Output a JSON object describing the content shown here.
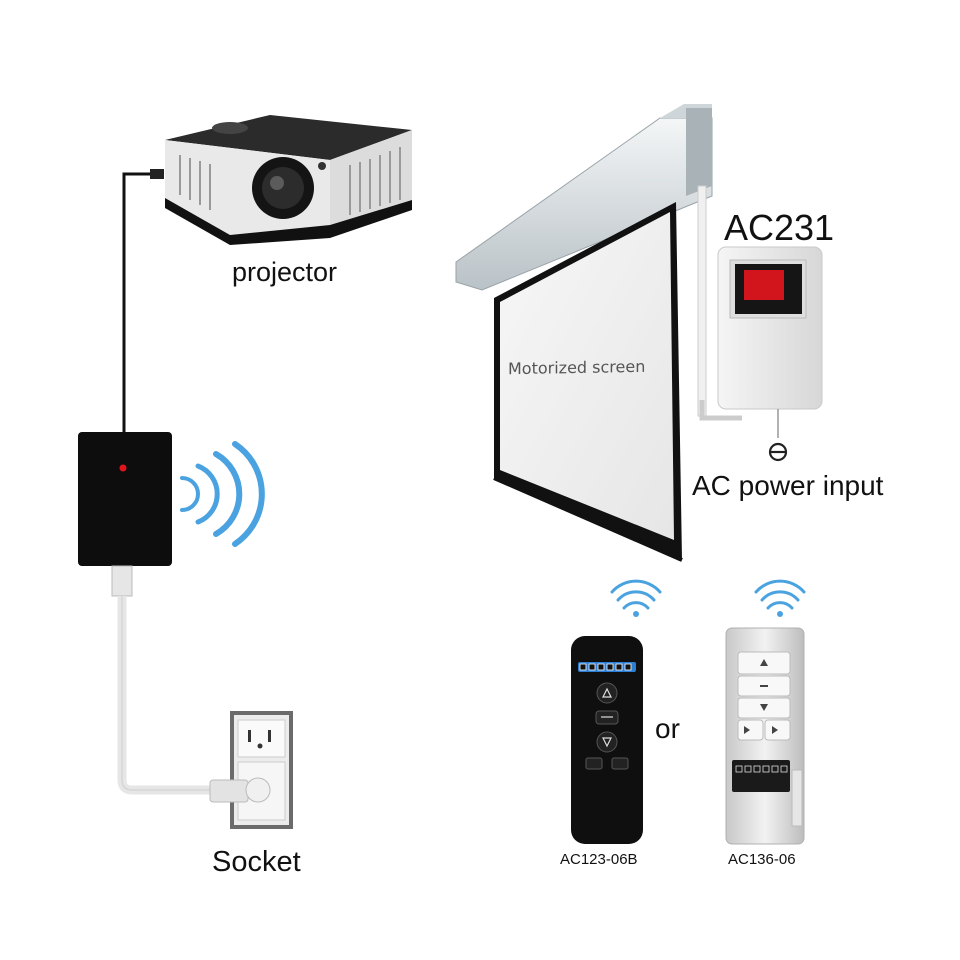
{
  "labels": {
    "projector": "projector",
    "ac231": "AC231",
    "motorized_screen": "Motorized screen",
    "ac_power_input": "AC power input",
    "socket": "Socket",
    "or": "or",
    "remote_1": "AC123-06B",
    "remote_2": "AC136-06"
  },
  "colors": {
    "cable": "#111111",
    "white_cable": "#e8e8e8",
    "signal": "#4aa3e0",
    "indicator_led": "#e0141c",
    "remote_display": "#2a7fd4"
  }
}
